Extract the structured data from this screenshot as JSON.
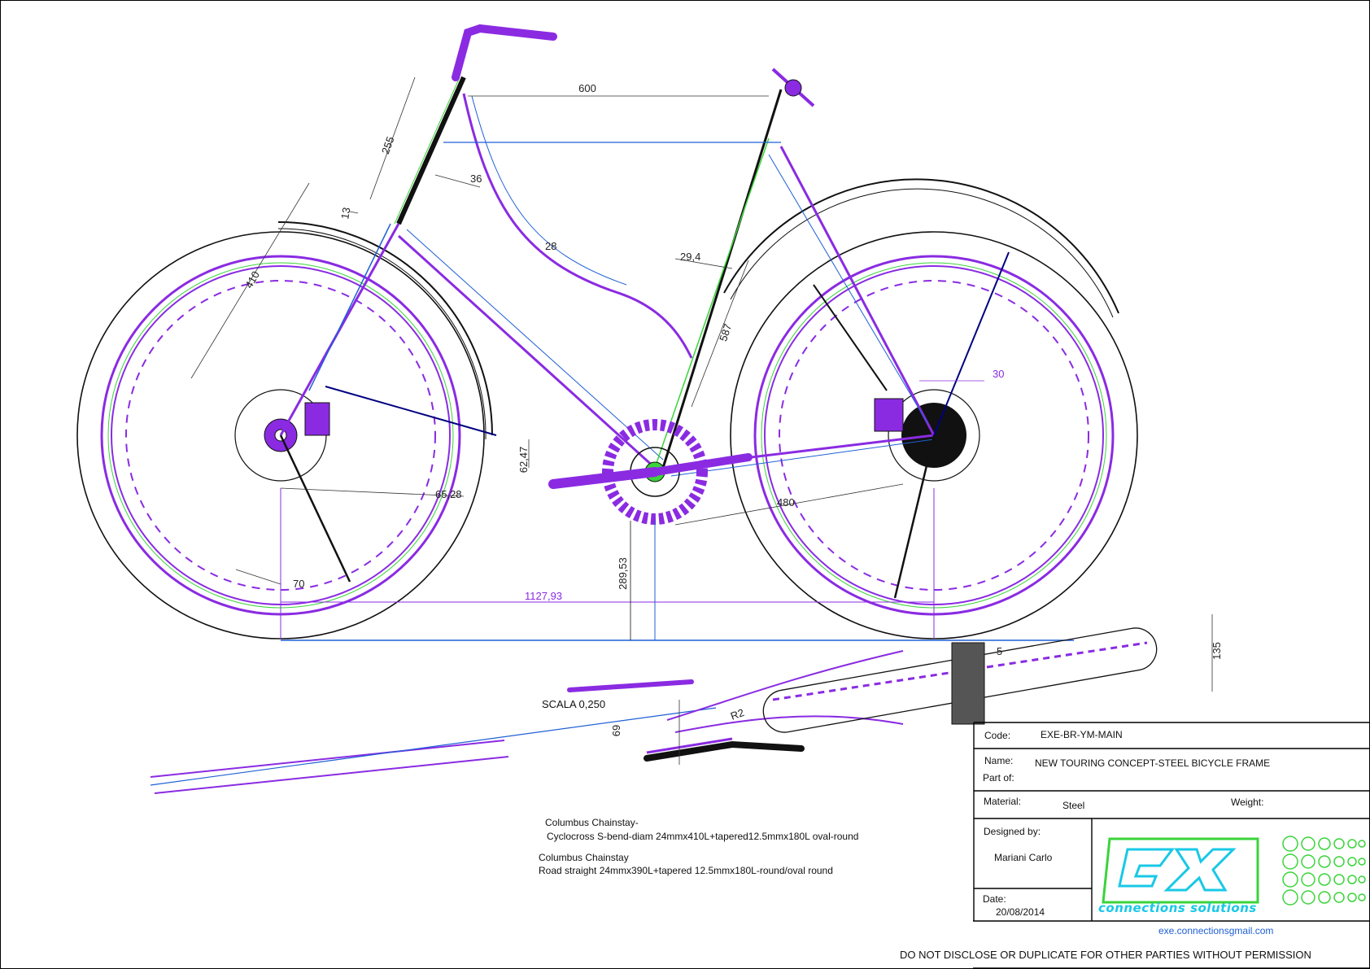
{
  "dimensions": {
    "d600": "600",
    "d255": "255",
    "d36": "36",
    "d13": "13",
    "d28": "28",
    "d410": "410",
    "d29_4": "29,4",
    "d587": "587",
    "d30": "30",
    "d62_47": "62,47",
    "d65_28": "65,28",
    "d480": "480",
    "d289_53": "289,53",
    "d70": "70",
    "d1127_93": "1127,93",
    "d135": "135",
    "d5": "5",
    "r2": "R2",
    "d69": "69"
  },
  "scale_label": "SCALA 0,250",
  "notes": {
    "line1": "Columbus Chainstay-",
    "line2": "Cyclocross S-bend-diam 24mmx410L+tapered12.5mmx180L oval-round",
    "line3": "Columbus Chainstay",
    "line4": "Road straight 24mmx390L+tapered 12.5mmx180L-round/oval round"
  },
  "title_block": {
    "code_label": "Code:",
    "code_value": "EXE-BR-YM-MAIN",
    "name_label": "Name:",
    "name_value": "NEW TOURING CONCEPT-STEEL BICYCLE FRAME",
    "part_label": "Part of:",
    "material_label": "Material:",
    "material_value": "Steel",
    "weight_label": "Weight:",
    "designed_label": "Designed by:",
    "designer": "Mariani Carlo",
    "date_label": "Date:",
    "date_value": "20/08/2014",
    "logo_text": "connections solutions",
    "email": "exe.connectionsgmail.com",
    "disclaimer": "DO NOT DISCLOSE OR DUPLICATE FOR OTHER PARTIES WITHOUT PERMISSION"
  },
  "colors": {
    "frame": "#8a2be2",
    "centerline": "#1e5fd6",
    "accent": "#3ad43a",
    "logo_cyan": "#19c8e6",
    "logo_green": "#3ad43a"
  }
}
